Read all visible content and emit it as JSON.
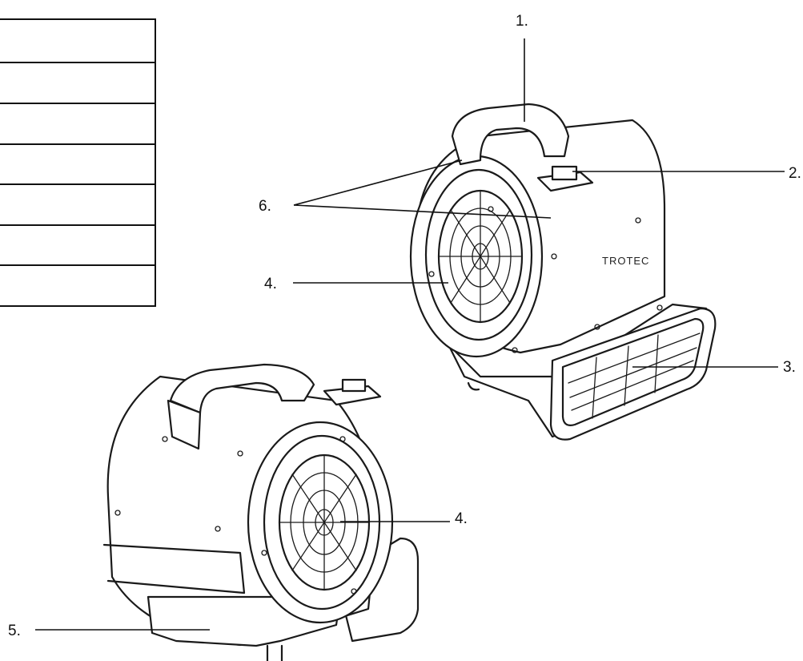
{
  "legend_table": {
    "rows": [
      "",
      "",
      "",
      "",
      "",
      "",
      ""
    ]
  },
  "callouts": {
    "c1": "1.",
    "c2": "2.",
    "c3": "3.",
    "c4_top": "4.",
    "c4_bottom": "4.",
    "c5": "5.",
    "c6": "6."
  },
  "brand_text": "TROTEC"
}
